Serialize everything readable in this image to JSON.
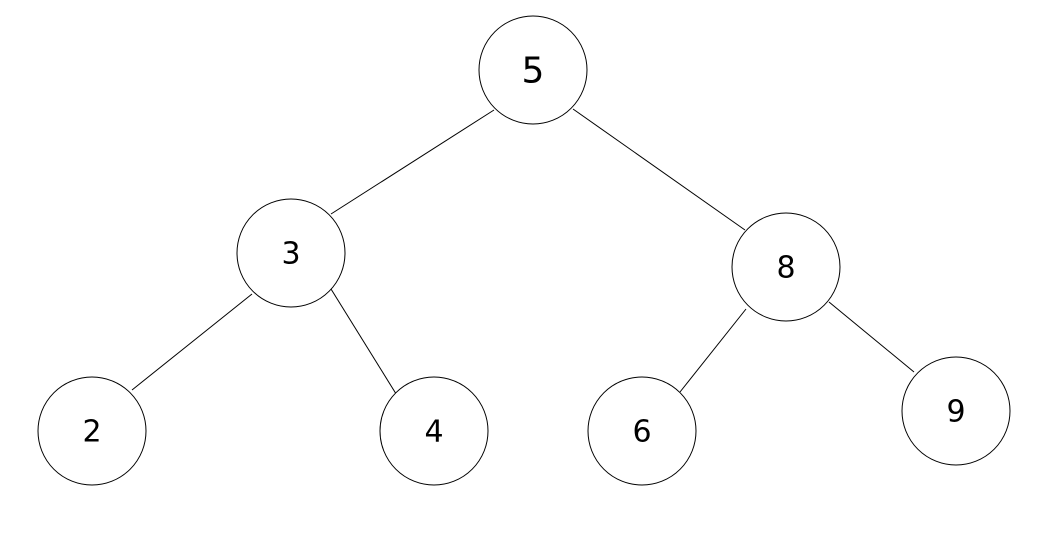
{
  "tree": {
    "nodes": [
      {
        "id": "n5",
        "label": "5"
      },
      {
        "id": "n3",
        "label": "3"
      },
      {
        "id": "n8",
        "label": "8"
      },
      {
        "id": "n2",
        "label": "2"
      },
      {
        "id": "n4",
        "label": "4"
      },
      {
        "id": "n6",
        "label": "6"
      },
      {
        "id": "n9",
        "label": "9"
      }
    ],
    "edges": [
      {
        "from": "n5",
        "to": "n3"
      },
      {
        "from": "n5",
        "to": "n8"
      },
      {
        "from": "n3",
        "to": "n2"
      },
      {
        "from": "n3",
        "to": "n4"
      },
      {
        "from": "n8",
        "to": "n6"
      },
      {
        "from": "n8",
        "to": "n9"
      }
    ]
  }
}
